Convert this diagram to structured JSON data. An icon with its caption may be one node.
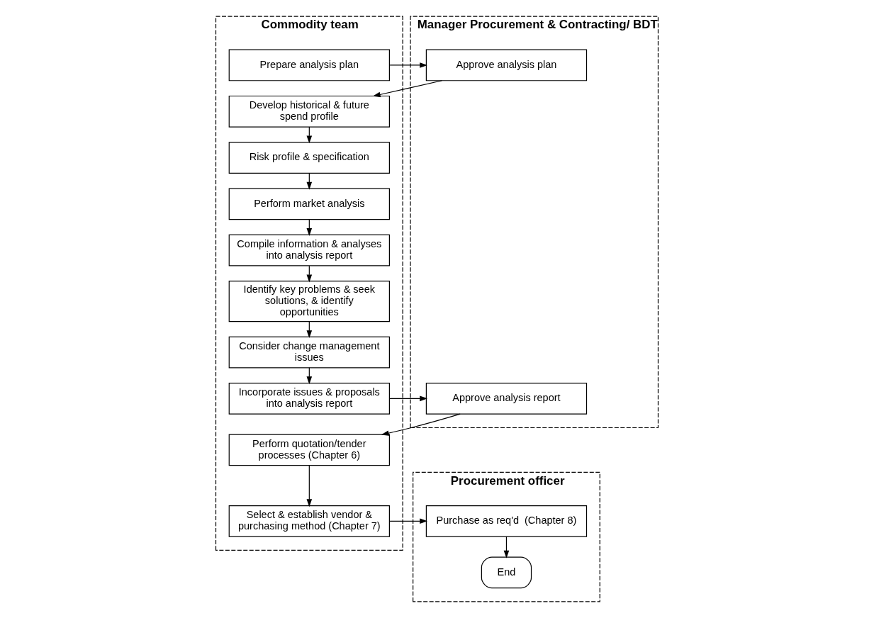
{
  "diagram": {
    "nodes": [
      {
        "text": [
          "Commodity team"
        ]
      },
      {
        "text": [
          "Manager Procurement & Contracting/ BDT"
        ]
      },
      {
        "text": [
          "Procurement officer"
        ]
      },
      {
        "text": [
          "Prepare analysis plan"
        ],
        "in": 0
      },
      {
        "text": [
          "Develop historical & future spend profile"
        ],
        "in": 0
      },
      {
        "text": [
          "Risk profile & specification"
        ],
        "in": 0
      },
      {
        "text": [
          "Perform market analysis"
        ],
        "in": 0
      },
      {
        "text": [
          "Compile information & analyses into analysis report"
        ],
        "in": 0
      },
      {
        "text": [
          "Identify key problems & seek solutions, & identify opportunities"
        ],
        "in": 0
      },
      {
        "text": [
          "Consider change management issues"
        ],
        "in": 0
      },
      {
        "text": [
          "Incorporate issues & proposals into analysis report"
        ],
        "in": 0
      },
      {
        "text": [
          "Perform quotation/tender processes (Chapter 6)"
        ],
        "in": 0
      },
      {
        "text": [
          "Select & establish vendor & purchasing method (Chapter 7)"
        ],
        "in": 0
      },
      {
        "text": [
          "Approve analysis plan"
        ],
        "in": 1
      },
      {
        "text": [
          "Approve analysis report"
        ],
        "in": 1
      },
      {
        "text": [
          "Purchase as req'd  (Chapter 8)"
        ],
        "in": 2
      },
      {
        "text": [
          "End"
        ],
        "in": 2
      }
    ],
    "edges": [
      {
        "from": 3,
        "to": 13,
        "arrow": "to"
      },
      {
        "from": 13,
        "to": 4,
        "arrow": "to"
      },
      {
        "from": 4,
        "to": 5,
        "arrow": "to"
      },
      {
        "from": 5,
        "to": 6,
        "arrow": "to"
      },
      {
        "from": 6,
        "to": 7,
        "arrow": "to"
      },
      {
        "from": 7,
        "to": 8,
        "arrow": "to"
      },
      {
        "from": 8,
        "to": 9,
        "arrow": "to"
      },
      {
        "from": 9,
        "to": 10,
        "arrow": "to"
      },
      {
        "from": 10,
        "to": 14,
        "arrow": "to"
      },
      {
        "from": 14,
        "to": 11,
        "arrow": "to"
      },
      {
        "from": 11,
        "to": 12,
        "arrow": "to"
      },
      {
        "from": 12,
        "to": 15,
        "arrow": "to"
      },
      {
        "from": 15,
        "to": 16,
        "arrow": "to"
      }
    ]
  }
}
